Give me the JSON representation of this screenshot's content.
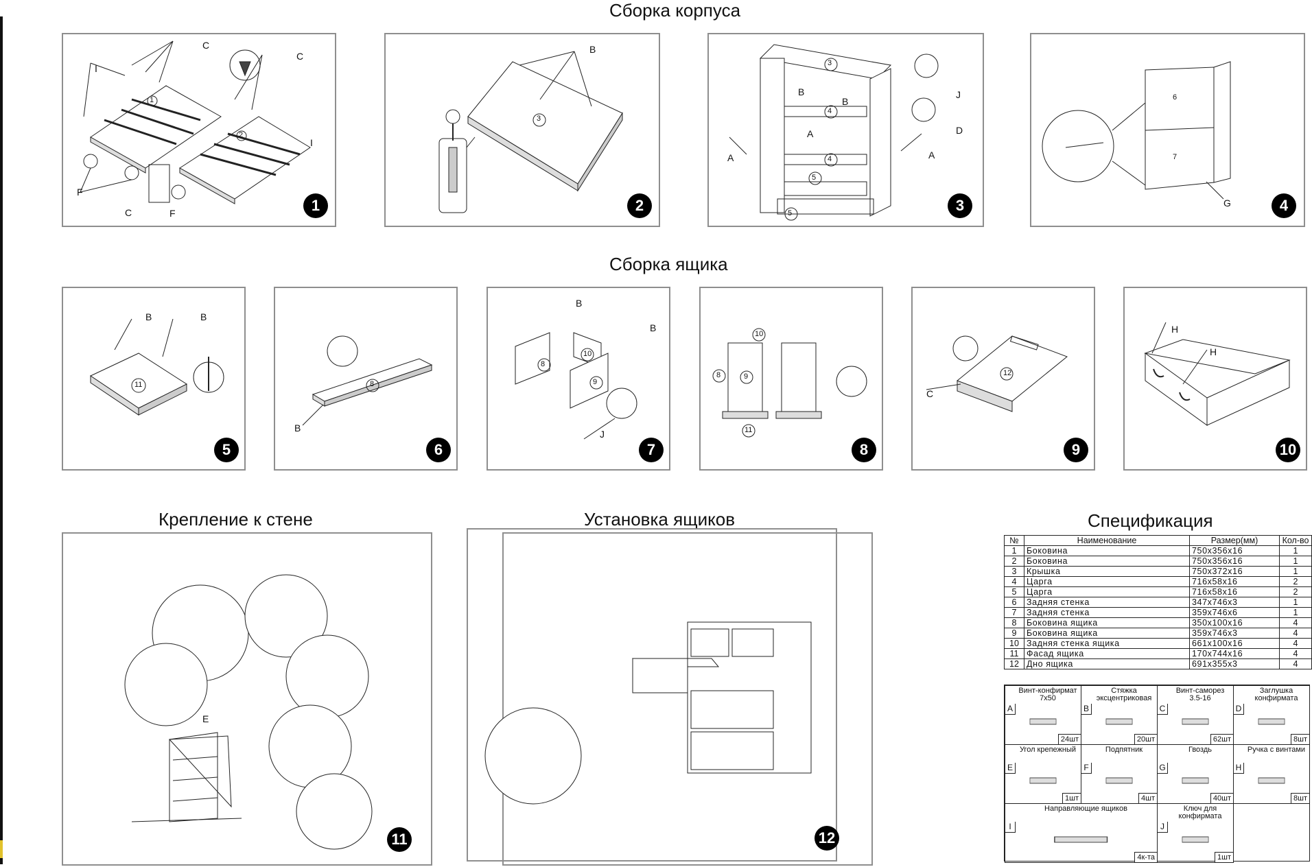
{
  "sections": {
    "body_assembly": "Сборка корпуса",
    "drawer_assembly": "Сборка ящика",
    "wall_mount": "Крепление к стене",
    "drawer_install": "Установка ящиков",
    "specification": "Спецификация"
  },
  "steps": [
    "1",
    "2",
    "3",
    "4",
    "5",
    "6",
    "7",
    "8",
    "9",
    "10",
    "11",
    "12"
  ],
  "callouts": {
    "p1": [
      "C",
      "C",
      "I",
      "I",
      "F",
      "F",
      "C",
      "1",
      "2"
    ],
    "p2": [
      "B",
      "3"
    ],
    "p3": [
      "3",
      "B",
      "B",
      "4",
      "A",
      "4",
      "5",
      "5",
      "A",
      "A",
      "J",
      "D"
    ],
    "p4": [
      "6",
      "7",
      "G"
    ],
    "p5": [
      "B",
      "B",
      "11"
    ],
    "p6": [
      "8",
      "B"
    ],
    "p7": [
      "B",
      "B",
      "10",
      "8",
      "9",
      "J"
    ],
    "p8": [
      "10",
      "8",
      "9",
      "11"
    ],
    "p9": [
      "12",
      "C"
    ],
    "p10": [
      "H",
      "H"
    ],
    "p11": [
      "E"
    ]
  },
  "spec_table": {
    "headers": [
      "№",
      "Наименование",
      "Размер(мм)",
      "Кол-во"
    ],
    "rows": [
      [
        "1",
        "Боковина",
        "750x356x16",
        "1"
      ],
      [
        "2",
        "Боковина",
        "750x356x16",
        "1"
      ],
      [
        "3",
        "Крышка",
        "750x372x16",
        "1"
      ],
      [
        "4",
        "Царга",
        "716x58x16",
        "2"
      ],
      [
        "5",
        "Царга",
        "716x58x16",
        "2"
      ],
      [
        "6",
        "Задняя стенка",
        "347x746x3",
        "1"
      ],
      [
        "7",
        "Задняя стенка",
        "359x746x6",
        "1"
      ],
      [
        "8",
        "Боковина ящика",
        "350x100x16",
        "4"
      ],
      [
        "9",
        "Боковина ящика",
        "359x746x3",
        "4"
      ],
      [
        "10",
        "Задняя стенка ящика",
        "661x100x16",
        "4"
      ],
      [
        "11",
        "Фасад ящика",
        "170x744x16",
        "4"
      ],
      [
        "12",
        "Дно ящика",
        "691x355x3",
        "4"
      ]
    ]
  },
  "parts": [
    {
      "letter": "A",
      "name": "Винт-конфирмат 7x50",
      "qty": "24шт",
      "icon": "confirmat-screw-icon"
    },
    {
      "letter": "B",
      "name": "Стяжка эксцентриковая",
      "qty": "20шт",
      "icon": "eccentric-tie-icon"
    },
    {
      "letter": "C",
      "name": "Винт-саморез 3.5-16",
      "qty": "62шт",
      "icon": "self-tapping-screw-icon"
    },
    {
      "letter": "D",
      "name": "Заглушка конфирмата",
      "qty": "8шт",
      "icon": "cap-icon"
    },
    {
      "letter": "E",
      "name": "Угол крепежный",
      "qty": "1шт",
      "icon": "corner-bracket-icon"
    },
    {
      "letter": "F",
      "name": "Подпятник",
      "qty": "4шт",
      "icon": "foot-pad-icon"
    },
    {
      "letter": "G",
      "name": "Гвоздь",
      "qty": "40шт",
      "icon": "nail-icon"
    },
    {
      "letter": "H",
      "name": "Ручка с винтами",
      "qty": "8шт",
      "icon": "handle-icon"
    },
    {
      "letter": "I",
      "name": "Направляющие ящиков",
      "qty": "4к-та",
      "icon": "drawer-rail-icon"
    },
    {
      "letter": "J",
      "name": "Ключ для конфирмата",
      "qty": "1шт",
      "icon": "hex-key-icon"
    }
  ]
}
